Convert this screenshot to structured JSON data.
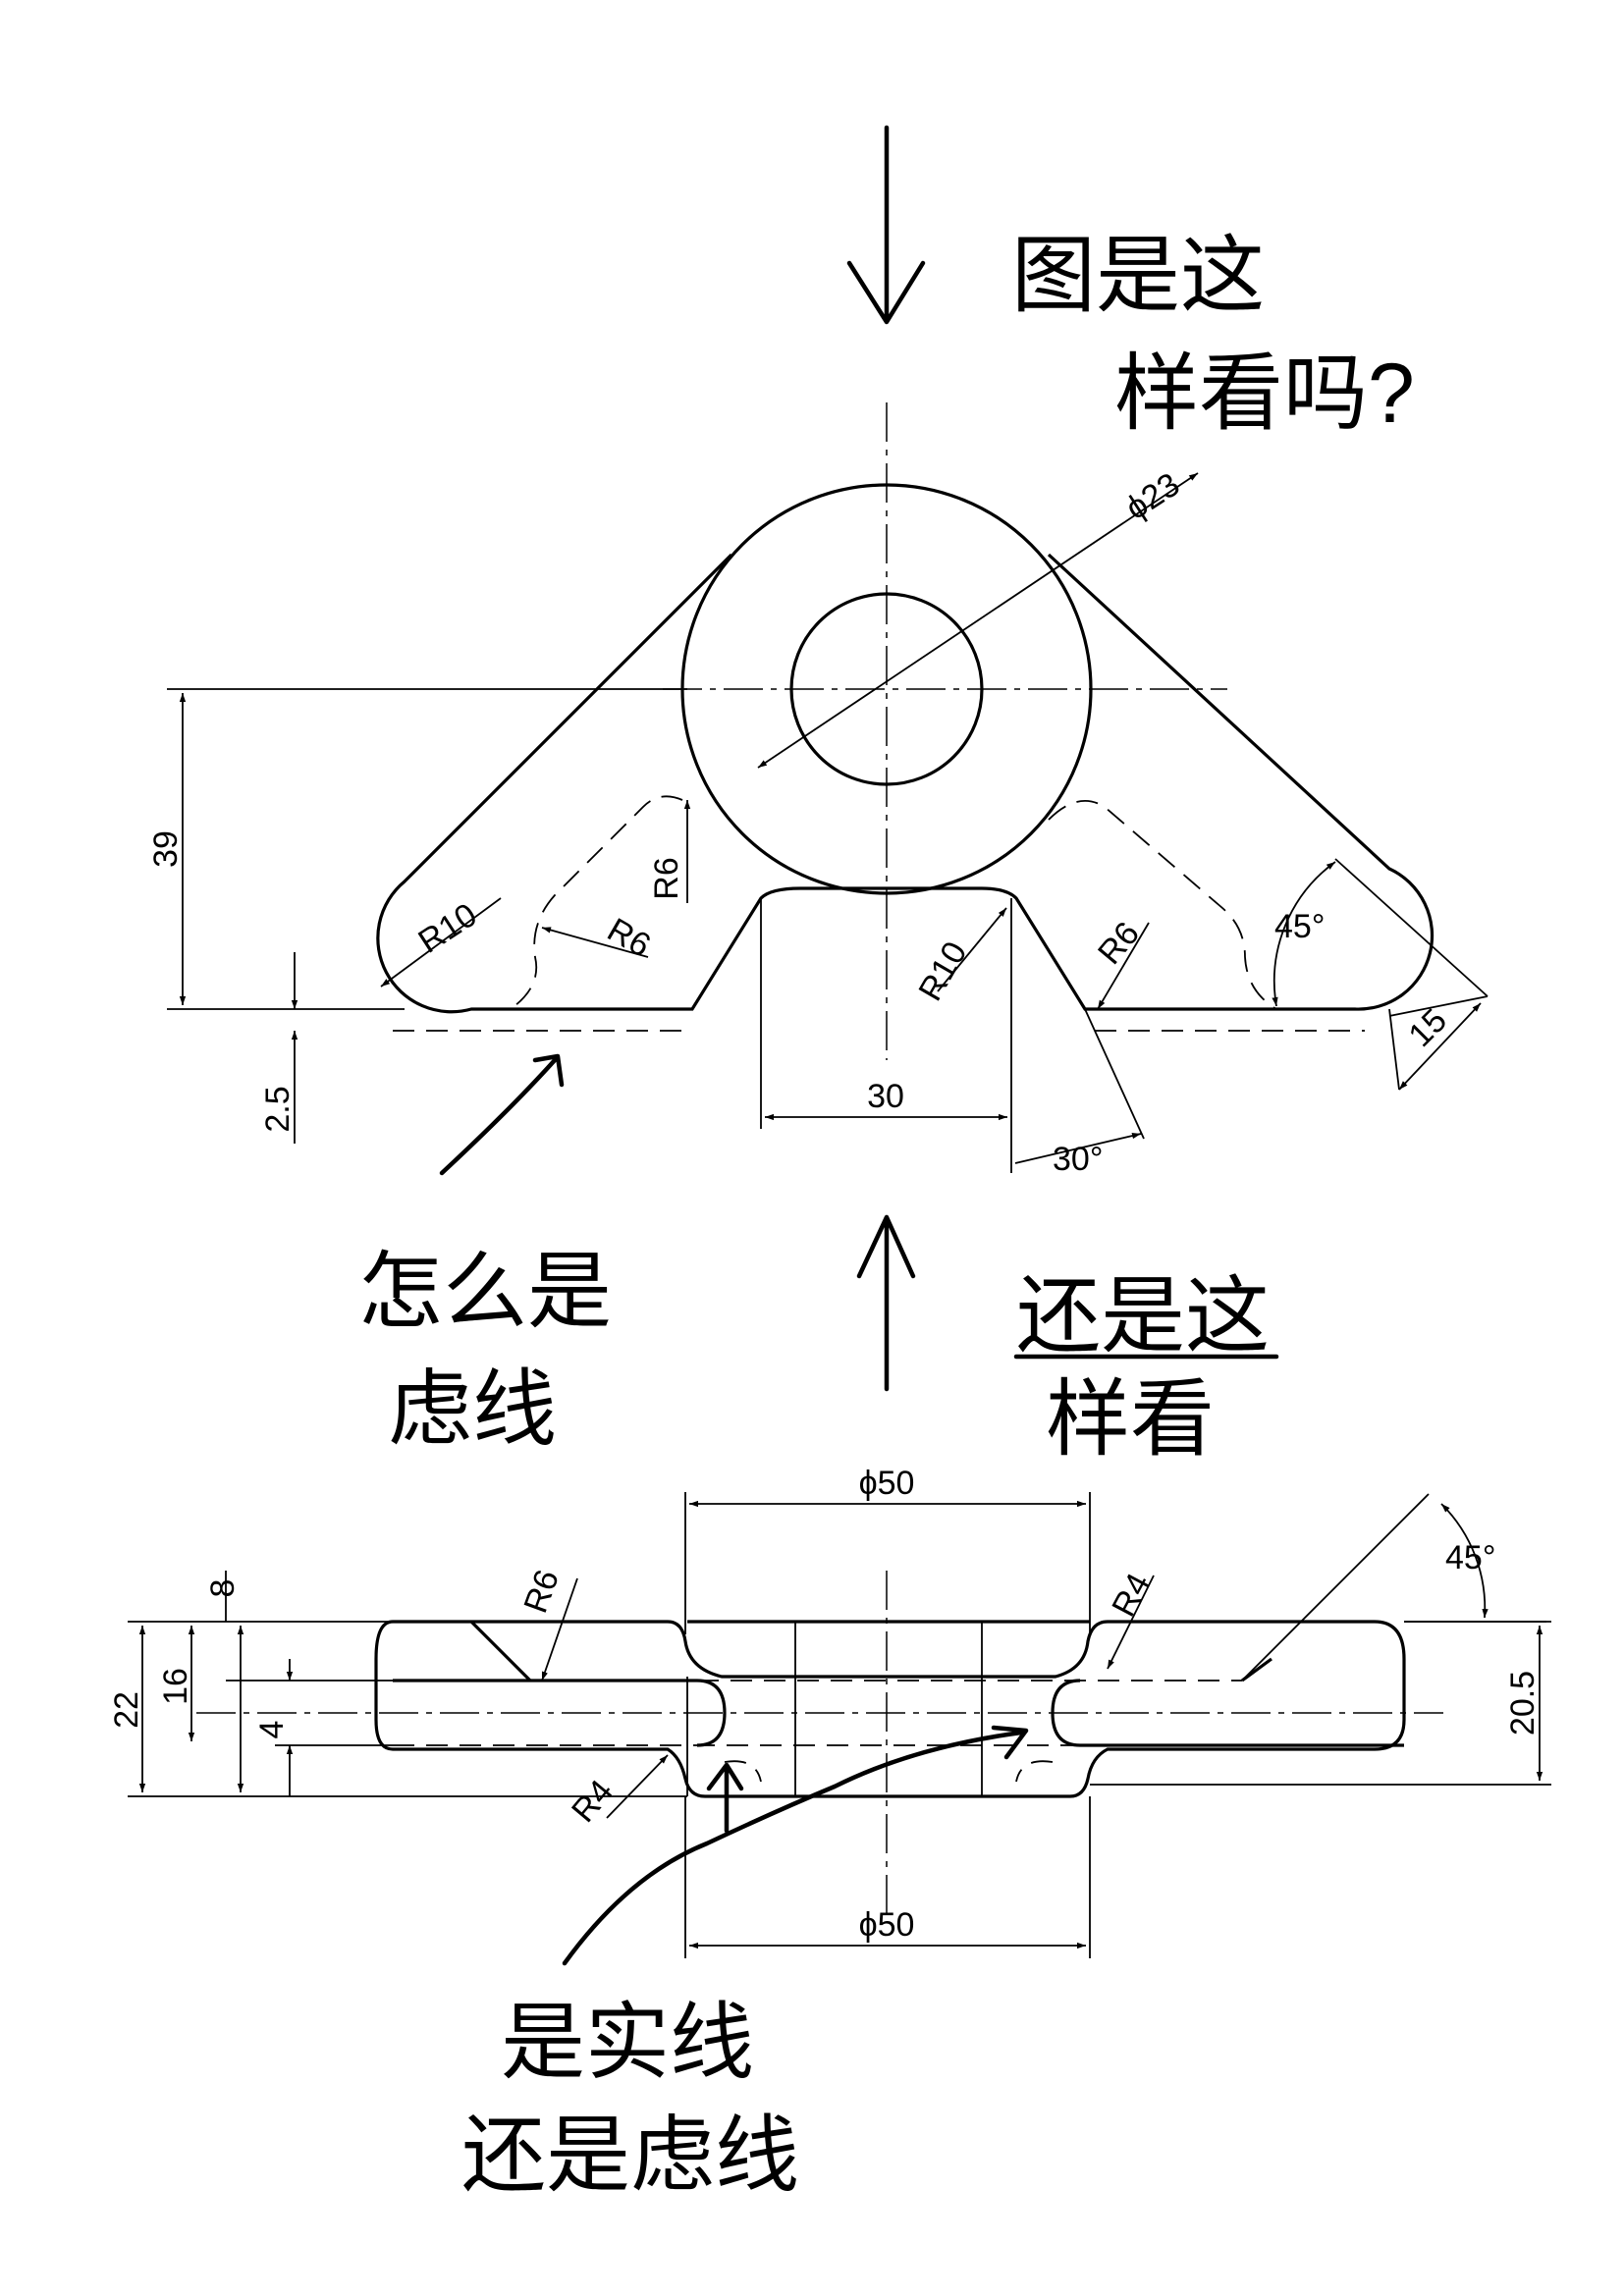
{
  "top_view": {
    "dims": {
      "d23": "ϕ23",
      "d39": "39",
      "r10_left": "R10",
      "r6_left_top": "R6",
      "r6_left": "R6",
      "r10_mid": "R10",
      "r6_right": "R6",
      "ang45": "45°",
      "d15": "15",
      "d30": "30",
      "ang30": "30°",
      "d2_5": "2.5"
    }
  },
  "front_view": {
    "dims": {
      "d50_top": "ϕ50",
      "d50_bottom": "ϕ50",
      "ang45": "45°",
      "r6": "R6",
      "r4_top": "R4",
      "r4_bottom": "R4",
      "d8": "8",
      "d22": "22",
      "d16": "16",
      "d4": "4",
      "d20_5": "20.5"
    }
  },
  "annotations": {
    "top_right": [
      "图是这",
      "样看吗?"
    ],
    "left_mid": [
      "怎么是",
      "虑线"
    ],
    "right_mid": [
      "还是这",
      "样看"
    ],
    "bottom": [
      "是实线",
      "还是虑线"
    ]
  }
}
